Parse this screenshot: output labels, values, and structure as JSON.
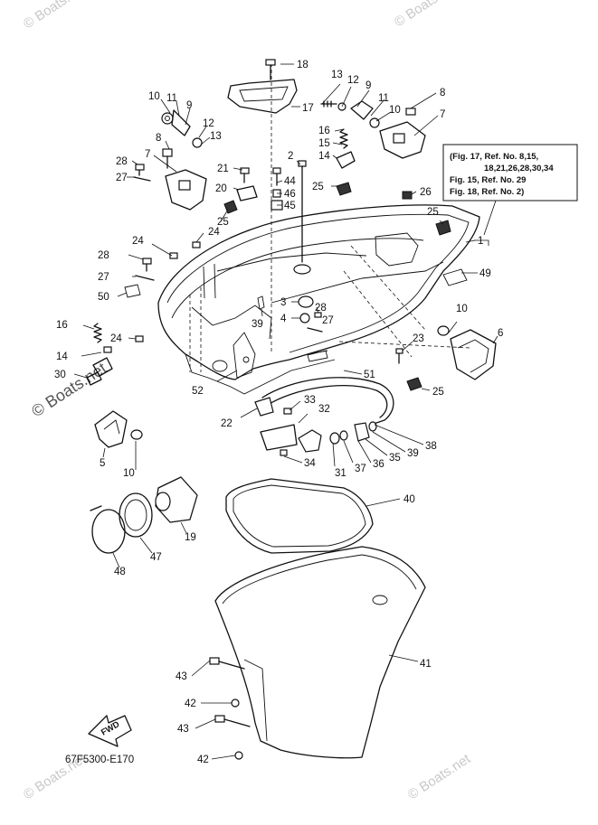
{
  "diagram_code": "67F5300-E170",
  "fwd_label": "FWD",
  "watermark": "© Boats.net",
  "reference_box": [
    "(Fig. 17, Ref. No. 8,15,",
    "18,21,26,28,30,34",
    "Fig. 15, Ref. No. 29",
    "Fig. 18, Ref. No. 2)"
  ],
  "callouts": [
    {
      "id": "c18",
      "text": "18"
    },
    {
      "id": "c17",
      "text": "17"
    },
    {
      "id": "c13a",
      "text": "13"
    },
    {
      "id": "c12a",
      "text": "12"
    },
    {
      "id": "c9a",
      "text": "9"
    },
    {
      "id": "c11a",
      "text": "11"
    },
    {
      "id": "c10a",
      "text": "10"
    },
    {
      "id": "c8a",
      "text": "8"
    },
    {
      "id": "c7a",
      "text": "7"
    },
    {
      "id": "c10b",
      "text": "10"
    },
    {
      "id": "c11b",
      "text": "11"
    },
    {
      "id": "c9b",
      "text": "9"
    },
    {
      "id": "c12b",
      "text": "12"
    },
    {
      "id": "c13b",
      "text": "13"
    },
    {
      "id": "c8b",
      "text": "8"
    },
    {
      "id": "c7b",
      "text": "7"
    },
    {
      "id": "c16a",
      "text": "16"
    },
    {
      "id": "c15",
      "text": "15"
    },
    {
      "id": "c14a",
      "text": "14"
    },
    {
      "id": "c2",
      "text": "2"
    },
    {
      "id": "c28a",
      "text": "28"
    },
    {
      "id": "c27a",
      "text": "27"
    },
    {
      "id": "c21",
      "text": "21"
    },
    {
      "id": "c44",
      "text": "44"
    },
    {
      "id": "c46",
      "text": "46"
    },
    {
      "id": "c45",
      "text": "45"
    },
    {
      "id": "c20",
      "text": "20"
    },
    {
      "id": "c25a",
      "text": "25"
    },
    {
      "id": "c25b",
      "text": "25"
    },
    {
      "id": "c26",
      "text": "26"
    },
    {
      "id": "c25c",
      "text": "25"
    },
    {
      "id": "c1",
      "text": "1"
    },
    {
      "id": "c24a",
      "text": "24"
    },
    {
      "id": "c24b",
      "text": "24"
    },
    {
      "id": "c28b",
      "text": "28"
    },
    {
      "id": "c27b",
      "text": "27"
    },
    {
      "id": "c50",
      "text": "50"
    },
    {
      "id": "c49",
      "text": "49"
    },
    {
      "id": "c3",
      "text": "3"
    },
    {
      "id": "c4",
      "text": "4"
    },
    {
      "id": "c28c",
      "text": "28"
    },
    {
      "id": "c27c",
      "text": "27"
    },
    {
      "id": "c39a",
      "text": "39"
    },
    {
      "id": "c16b",
      "text": "16"
    },
    {
      "id": "c24c",
      "text": "24"
    },
    {
      "id": "c14b",
      "text": "14"
    },
    {
      "id": "c30",
      "text": "30"
    },
    {
      "id": "c10c",
      "text": "10"
    },
    {
      "id": "c6",
      "text": "6"
    },
    {
      "id": "c23",
      "text": "23"
    },
    {
      "id": "c51",
      "text": "51"
    },
    {
      "id": "c52",
      "text": "52"
    },
    {
      "id": "c25d",
      "text": "25"
    },
    {
      "id": "c33",
      "text": "33"
    },
    {
      "id": "c32",
      "text": "32"
    },
    {
      "id": "c22",
      "text": "22"
    },
    {
      "id": "c38",
      "text": "38"
    },
    {
      "id": "c39b",
      "text": "39"
    },
    {
      "id": "c35",
      "text": "35"
    },
    {
      "id": "c36",
      "text": "36"
    },
    {
      "id": "c37",
      "text": "37"
    },
    {
      "id": "c31",
      "text": "31"
    },
    {
      "id": "c34",
      "text": "34"
    },
    {
      "id": "c5",
      "text": "5"
    },
    {
      "id": "c10d",
      "text": "10"
    },
    {
      "id": "c40",
      "text": "40"
    },
    {
      "id": "c19",
      "text": "19"
    },
    {
      "id": "c47",
      "text": "47"
    },
    {
      "id": "c48",
      "text": "48"
    },
    {
      "id": "c41",
      "text": "41"
    },
    {
      "id": "c43a",
      "text": "43"
    },
    {
      "id": "c42a",
      "text": "42"
    },
    {
      "id": "c43b",
      "text": "43"
    },
    {
      "id": "c42b",
      "text": "42"
    }
  ]
}
